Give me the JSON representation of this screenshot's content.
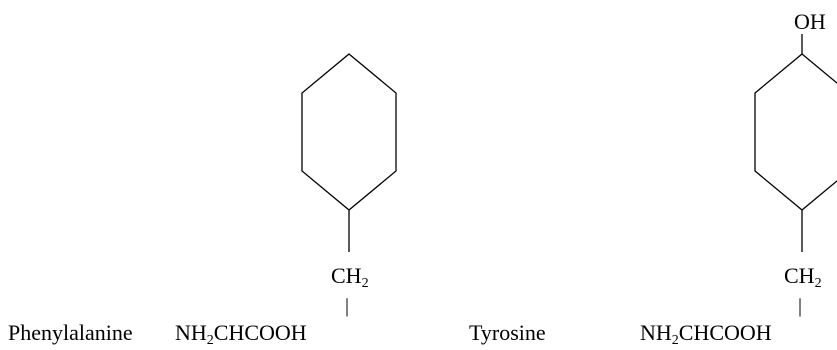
{
  "structures": [
    {
      "name_label": "Phenylalanine",
      "side_chain": {
        "base": "CH",
        "sub": "2"
      },
      "backbone": {
        "part1": "NH",
        "sub": "2",
        "part2": "CHCOOH"
      },
      "substituent": null
    },
    {
      "name_label": "Tyrosine",
      "side_chain": {
        "base": "CH",
        "sub": "2"
      },
      "backbone": {
        "part1": "NH",
        "sub": "2",
        "part2": "CHCOOH"
      },
      "substituent": "OH"
    }
  ],
  "colors": {
    "ink": "#000000",
    "background": "#ffffff"
  }
}
